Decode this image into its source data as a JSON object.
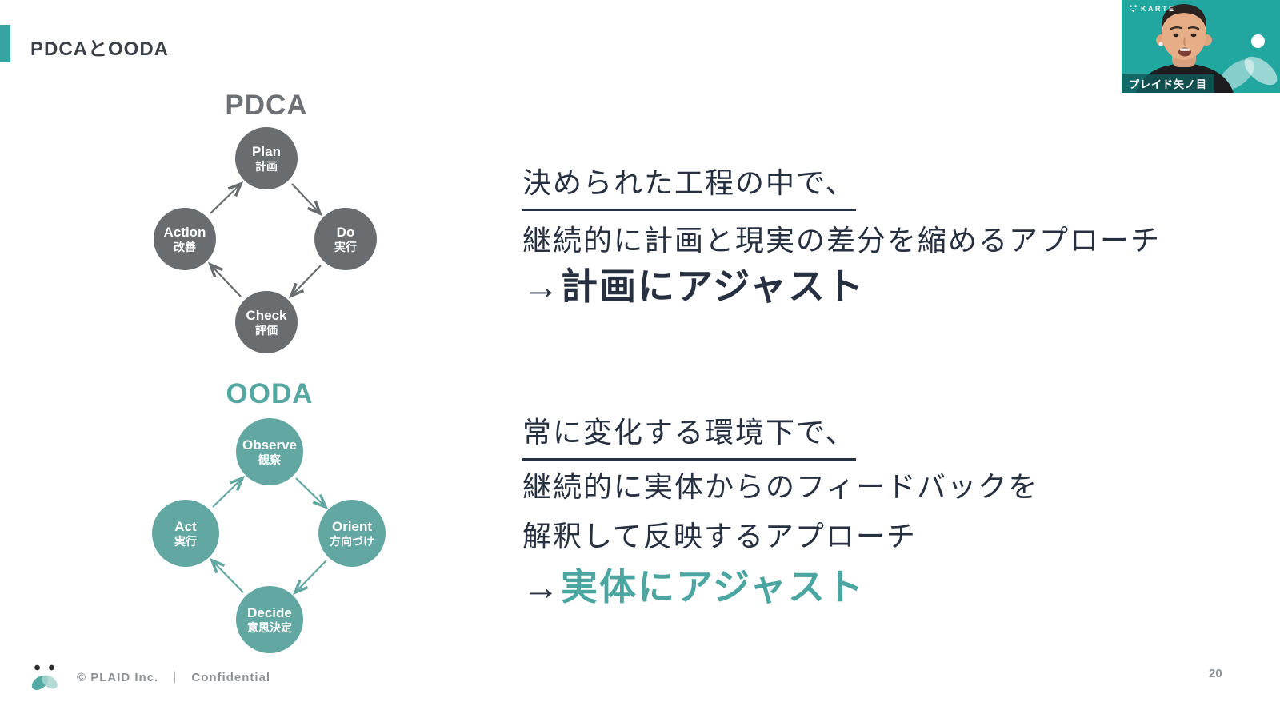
{
  "slide": {
    "title": "PDCAとOODA",
    "page_number": "20"
  },
  "webcam": {
    "logo": "KARTE",
    "name_tag": "プレイド矢ノ目",
    "bg_color": "#21a6a0"
  },
  "pdca": {
    "title": "PDCA",
    "color": "#696d70",
    "nodes": [
      {
        "en": "Plan",
        "ja": "計画"
      },
      {
        "en": "Do",
        "ja": "実行"
      },
      {
        "en": "Check",
        "ja": "評価"
      },
      {
        "en": "Action",
        "ja": "改善"
      }
    ],
    "description": {
      "line1": "決められた工程の中で、",
      "line2": "継続的に計画と現実の差分を縮めるアプローチ",
      "emphasis_arrow": "→",
      "emphasis": "計画にアジャスト"
    }
  },
  "ooda": {
    "title": "OODA",
    "color": "#63a7a3",
    "nodes": [
      {
        "en": "Observe",
        "ja": "観察"
      },
      {
        "en": "Orient",
        "ja": "方向づけ"
      },
      {
        "en": "Decide",
        "ja": "意思決定"
      },
      {
        "en": "Act",
        "ja": "実行"
      }
    ],
    "description": {
      "line1": "常に変化する環境下で、",
      "line2": "継続的に実体からのフィードバックを",
      "line3": "解釈して反映するアプローチ",
      "emphasis_arrow": "→",
      "emphasis": "実体にアジャスト"
    }
  },
  "footer": {
    "copyright": "© PLAID Inc.",
    "divider": "|",
    "confidential": "Confidential"
  },
  "colors": {
    "accent_teal": "#38a3a3",
    "emphasis_teal": "#4ba5a0",
    "body_dark": "#273040",
    "pdca_gray": "#696d70",
    "webcam_teal": "#21a6a0"
  }
}
